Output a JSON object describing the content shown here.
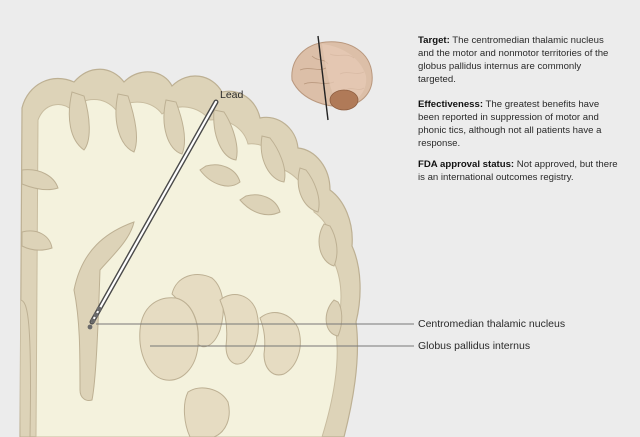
{
  "labels": {
    "lead": "Lead",
    "centromedian": "Centromedian thalamic nucleus",
    "gpi": "Globus pallidus internus"
  },
  "info": [
    {
      "heading": "Target:",
      "text": " The centromedian thalamic nucleus and the motor and nonmotor territories of the globus pallidus internus are commonly targeted."
    },
    {
      "heading": "Effectiveness:",
      "text": " The greatest benefits have been reported in suppression of motor and phonic tics, although not all patients have a response."
    },
    {
      "heading": "FDA approval status:",
      "text": " Not approved, but there is an international outcomes registry."
    }
  ],
  "colors": {
    "background": "#ececec",
    "white_matter": "#f4f2dd",
    "gray_matter": "#ddd3b8",
    "outline": "#bdb093",
    "lead": "#555555",
    "brain_icon": "#dcbfa8",
    "cerebellum": "#b07a58"
  }
}
